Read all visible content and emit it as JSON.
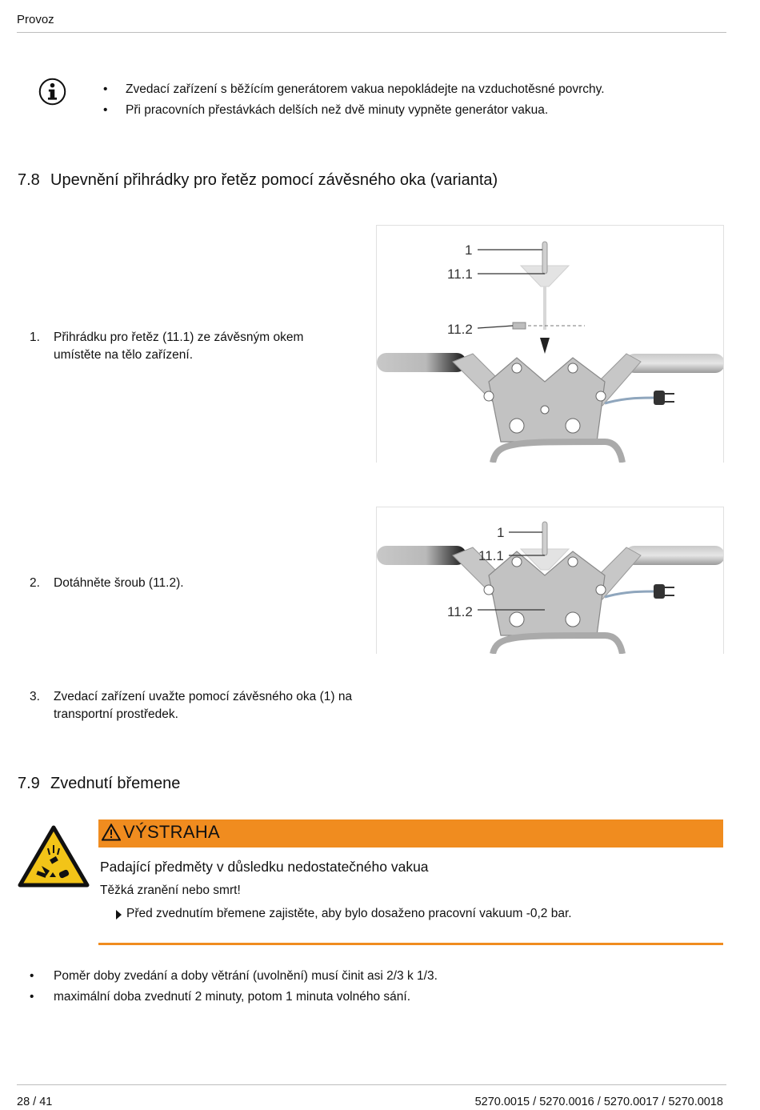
{
  "header": {
    "section": "Provoz"
  },
  "info_notes": [
    "Zvedací zařízení s běžícím generátorem vakua nepokládejte na vzduchotěsné povrchy.",
    "Při pracovních přestávkách delších než dvě minuty vypněte generátor vakua."
  ],
  "section_7_8": {
    "number": "7.8",
    "title": "Upevnění přihrádky pro řetěz pomocí závěsného oka (varianta)",
    "steps": [
      {
        "num": "1.",
        "text": "Přihrádku pro řetěz (11.1) ze závěsným okem umístěte na tělo zařízení."
      },
      {
        "num": "2.",
        "text": "Dotáhněte šroub (11.2)."
      },
      {
        "num": "3.",
        "text": "Zvedací zařízení uvažte pomocí závěsného oka (1) na transportní prostředek."
      }
    ],
    "figure1_labels": {
      "a": "1",
      "b": "11.1",
      "c": "11.2"
    },
    "figure2_labels": {
      "a": "1",
      "b": "11.1",
      "c": "11.2"
    }
  },
  "section_7_9": {
    "number": "7.9",
    "title": "Zvednutí břemene",
    "warning": {
      "label": "VÝSTRAHA",
      "heading": "Padající předměty v důsledku nedostatečného vakua",
      "consequence": "Těžká zranění nebo smrt!",
      "action": "Před zvednutím břemene zajistěte, aby bylo dosaženo pracovní vakuum -0,2 bar."
    },
    "bullets": [
      "Poměr doby zvedání a doby větrání (uvolnění) musí činit asi 2/3 k 1/3.",
      "maximální doba zvednutí 2 minuty, potom 1 minuta volného sání."
    ]
  },
  "footer": {
    "page": "28 / 41",
    "doc_numbers": "5270.0015 / 5270.0016 / 5270.0017 / 5270.0018"
  },
  "colors": {
    "warning_orange": "#f08c1f",
    "warning_yellow": "#f2c418",
    "rule_gray": "#bdbdbd"
  }
}
